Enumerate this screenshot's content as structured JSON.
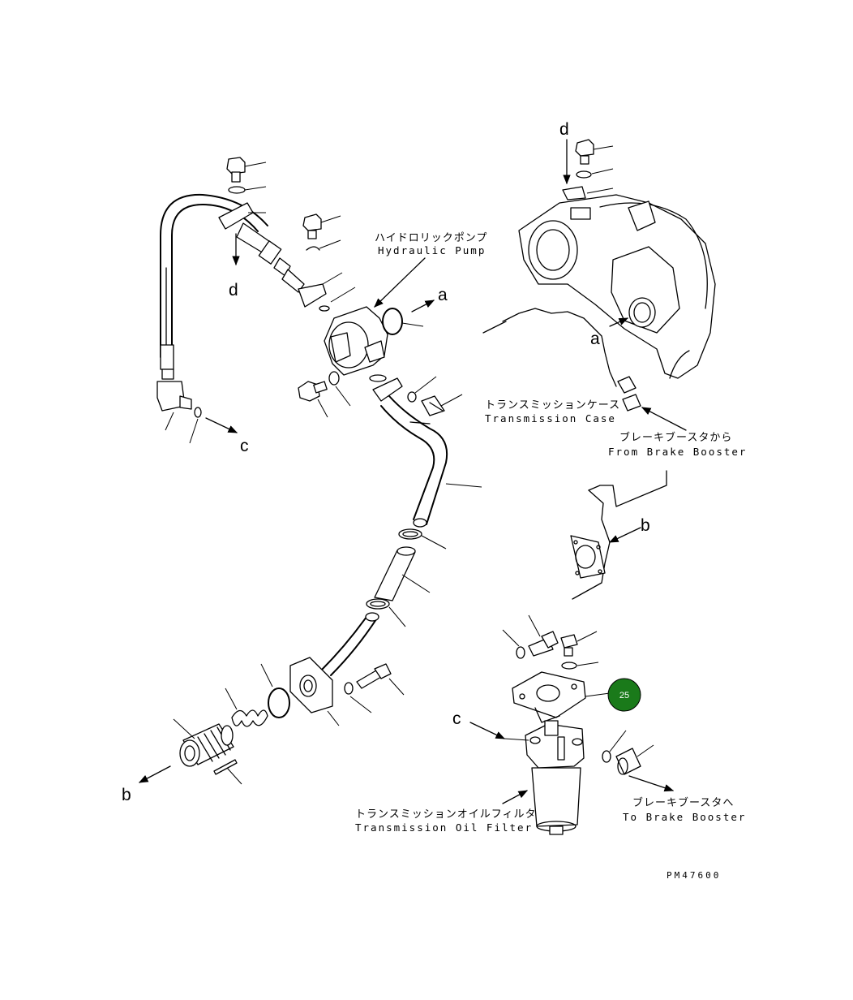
{
  "labels": {
    "hydraulic_pump_jp": "ハイドロリックポンプ",
    "hydraulic_pump_en": "Hydraulic Pump",
    "transmission_case_jp": "トランスミッションケース",
    "transmission_case_en": "Transmission Case",
    "from_brake_booster_jp": "ブレーキブースタから",
    "from_brake_booster_en": "From Brake Booster",
    "to_brake_booster_jp": "ブレーキブースタへ",
    "to_brake_booster_en": "To Brake Booster",
    "transmission_oil_filter_jp": "トランスミッションオイルフィルタ",
    "transmission_oil_filter_en": "Transmission Oil Filter"
  },
  "connection_letters": {
    "a": "a",
    "b": "b",
    "c": "c",
    "d": "d"
  },
  "part_badge": {
    "number": "25",
    "color": "#1a7a1a"
  },
  "drawing_code": "PM47600"
}
